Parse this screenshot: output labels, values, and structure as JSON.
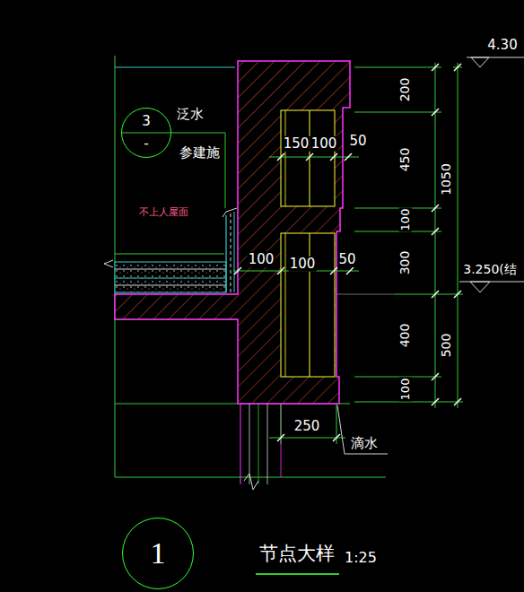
{
  "diagram": {
    "title": "节点大样",
    "nodes": [
      {
        "text": [
          "3",
          "-"
        ]
      },
      {
        "text": [
          "1"
        ]
      }
    ],
    "labels": [
      "4.30",
      "泛水",
      "参建施",
      "不上人屋面",
      "200",
      "150",
      "100",
      "50",
      "450",
      "1050",
      "100",
      "100",
      "100",
      "50",
      "3.250(结",
      "300",
      "400",
      "500",
      "100",
      "250",
      "滴水",
      "1:25"
    ]
  }
}
